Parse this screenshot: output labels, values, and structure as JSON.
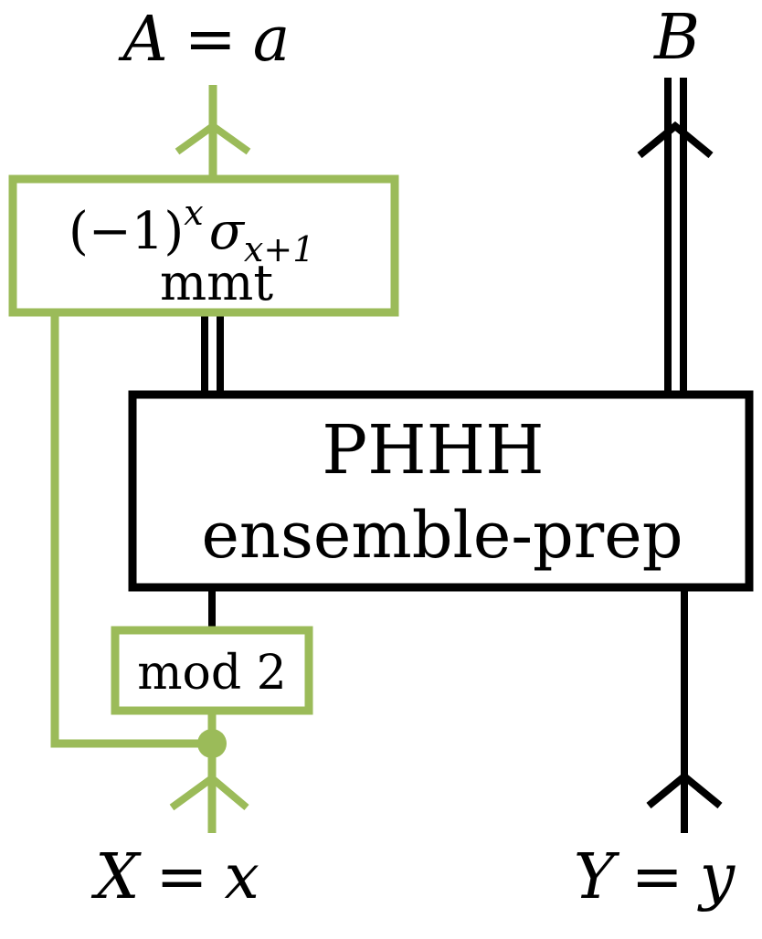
{
  "colors": {
    "accent": "#9bbb59",
    "ink": "#000000",
    "background": "#ffffff"
  },
  "labels": {
    "top_left": {
      "var": "A",
      "eq": "=",
      "val": "a"
    },
    "top_right": {
      "var": "B"
    },
    "bottom_left": {
      "var": "X",
      "eq": "=",
      "val": "x"
    },
    "bottom_right": {
      "var": "Y",
      "eq": "=",
      "val": "y"
    }
  },
  "measurement_box": {
    "base": "(−1)",
    "exp": "x",
    "sigma": "σ",
    "sub": "x+1",
    "line2": "mmt"
  },
  "main_box": {
    "line1": "PHHH",
    "line2": "ensemble-prep"
  },
  "mod_box": {
    "label": "mod 2"
  }
}
